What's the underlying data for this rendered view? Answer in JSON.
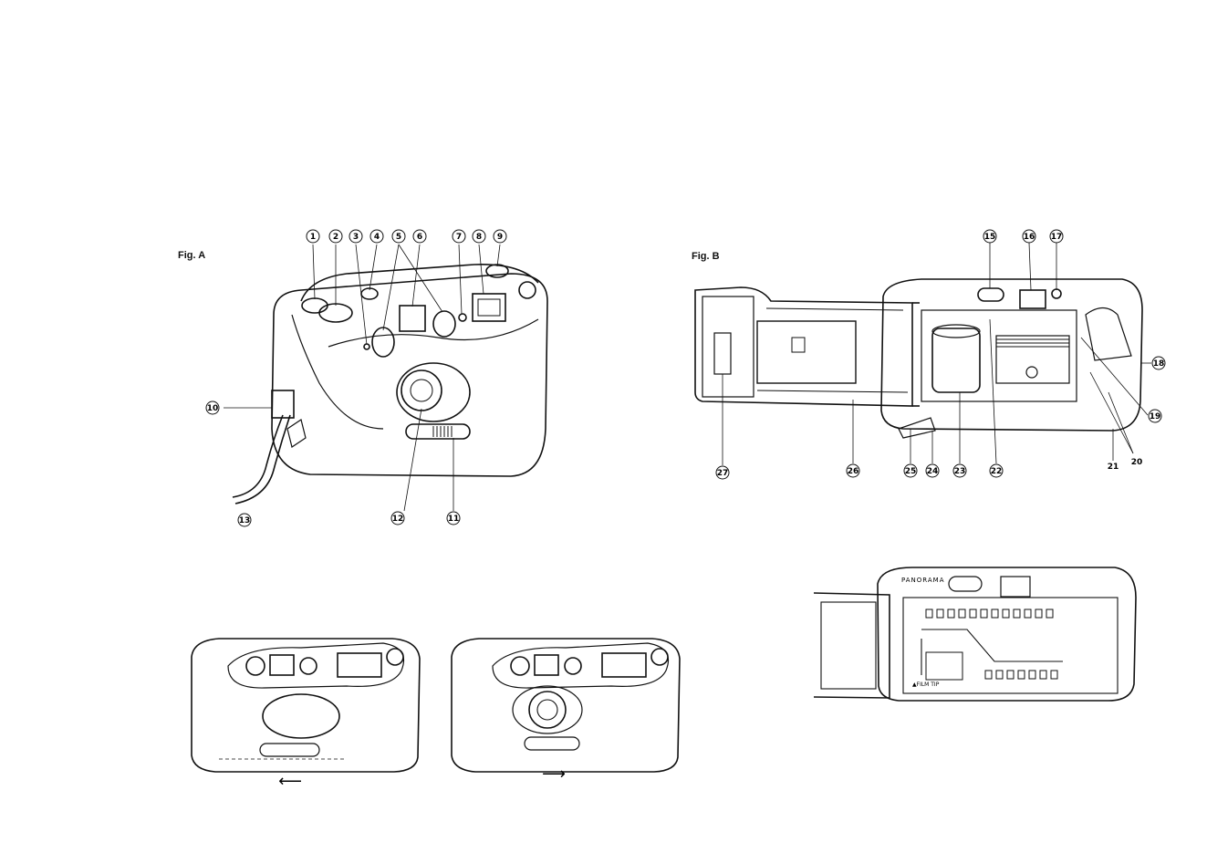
{
  "fig_a": {
    "label": "Fig. A",
    "callouts_top": [
      "1",
      "2",
      "3",
      "4",
      "5",
      "6",
      "7",
      "8",
      "9"
    ],
    "callout_strap_hook": "10",
    "callout_strap": "13",
    "callout_lens": "12",
    "callout_switch": "11"
  },
  "fig_b": {
    "label": "Fig. B",
    "callouts_top": [
      "15",
      "16",
      "17"
    ],
    "callout_18": "18",
    "callout_19": "19",
    "callout_20": "20",
    "callout_21": "21",
    "callouts_bottom": [
      "27",
      "26",
      "25",
      "24",
      "23",
      "22"
    ]
  },
  "fig_c": {
    "brand": "PANORAMA",
    "film_text": "▲FILM TIP"
  },
  "fig_d": {
    "arrow_left": "⟵",
    "arrow_right": "⟶"
  },
  "colors": {
    "ink": "#111111",
    "paper": "#ffffff",
    "dots": "#333333"
  }
}
